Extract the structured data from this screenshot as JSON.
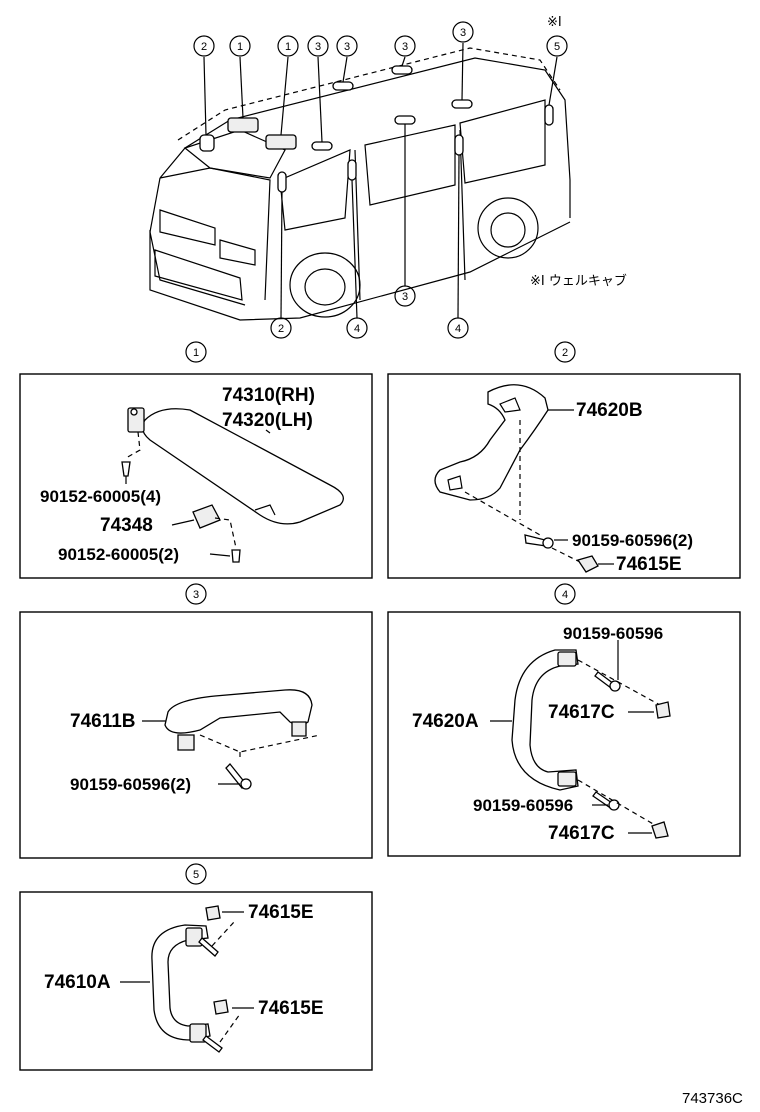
{
  "overview": {
    "callouts": [
      "2",
      "1",
      "1",
      "3",
      "3",
      "3",
      "3",
      "5",
      "2",
      "4",
      "3",
      "4"
    ],
    "note_mark": "※I",
    "note_text": "※I ウェルキャブ"
  },
  "sections": [
    {
      "id": "1",
      "parts": [
        "74310(RH)",
        "74320(LH)",
        "90152-60005(4)",
        "74348",
        "90152-60005(2)"
      ]
    },
    {
      "id": "2",
      "parts": [
        "74620B",
        "90159-60596(2)",
        "74615E"
      ]
    },
    {
      "id": "3",
      "parts": [
        "74611B",
        "90159-60596(2)"
      ]
    },
    {
      "id": "4",
      "parts": [
        "90159-60596",
        "74620A",
        "74617C",
        "90159-60596",
        "74617C"
      ]
    },
    {
      "id": "5",
      "parts": [
        "74615E",
        "74610A",
        "74615E"
      ]
    }
  ],
  "figure_code": "743736C"
}
